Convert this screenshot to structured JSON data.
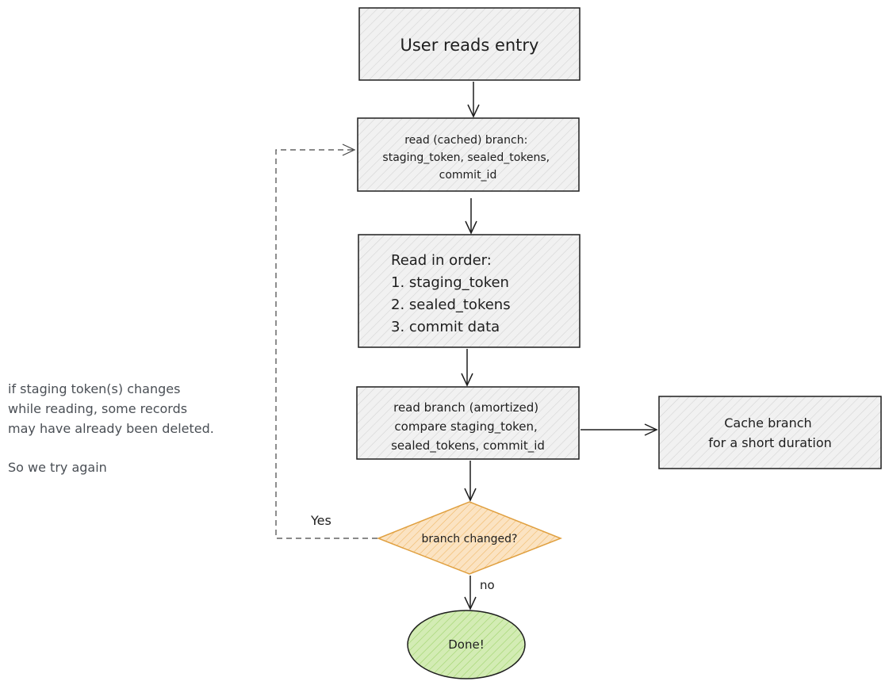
{
  "nodes": {
    "start": {
      "lines": [
        "User reads entry"
      ],
      "fill": "#f1f1f1"
    },
    "read_cached": {
      "lines": [
        "read (cached) branch:",
        "staging_token, sealed_tokens,",
        "commit_id"
      ],
      "fill": "#f1f1f1"
    },
    "read_order": {
      "lines": [
        "Read in order:",
        "1. staging_token",
        "2. sealed_tokens",
        "3. commit data"
      ],
      "fill": "#f1f1f1"
    },
    "read_branch": {
      "lines": [
        "read branch (amortized)",
        "compare staging_token,",
        "sealed_tokens, commit_id"
      ],
      "fill": "#f1f1f1"
    },
    "cache": {
      "lines": [
        "Cache branch",
        "for a short duration"
      ],
      "fill": "#f1f1f1"
    },
    "decision": {
      "lines": [
        "branch changed?"
      ],
      "fill": "#fbe3c2",
      "stroke": "#e0a040"
    },
    "done": {
      "lines": [
        "Done!"
      ],
      "fill": "#d3ecb4",
      "stroke": "#6fae3a"
    }
  },
  "edges": {
    "yes_label": "Yes",
    "no_label": "no"
  },
  "note": {
    "lines": [
      "if staging token(s) changes",
      "while reading, some records",
      "may have already been deleted.",
      "",
      "So we try again"
    ]
  }
}
